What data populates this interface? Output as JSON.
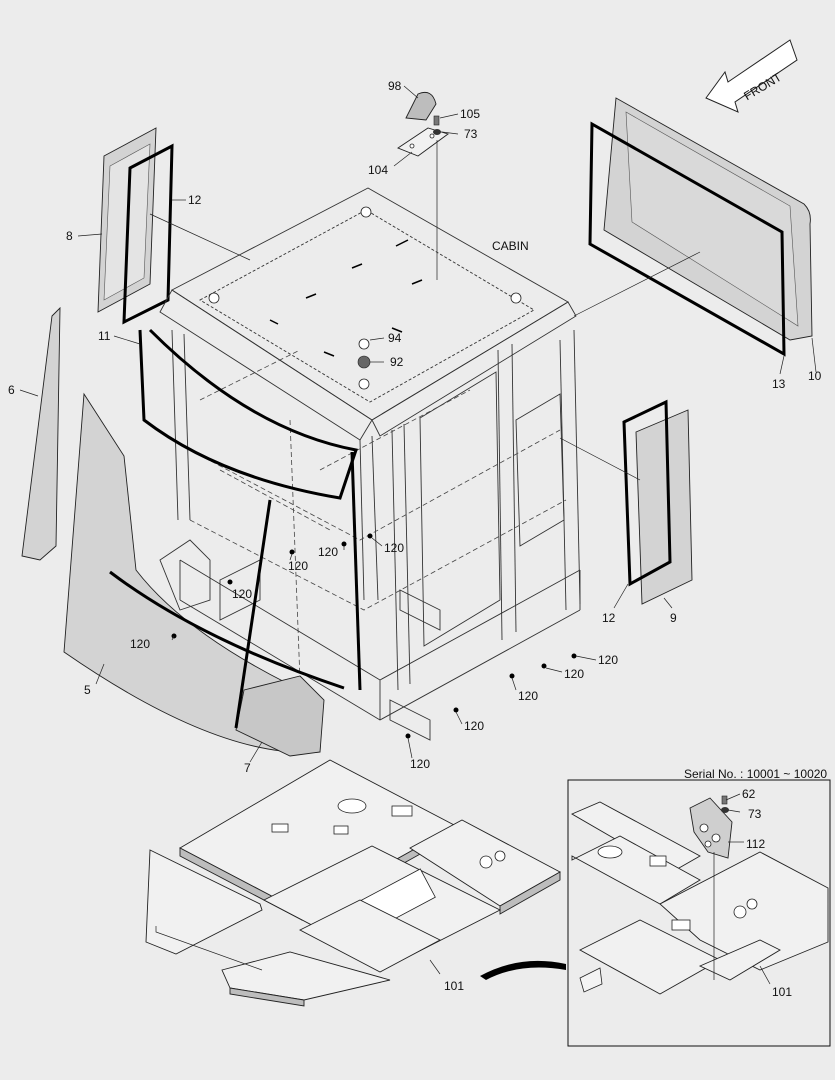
{
  "arrow": {
    "label": "FRONT"
  },
  "assembly": {
    "title": "CABIN"
  },
  "serial": {
    "text": "Serial No. : 10001 ~ 10020"
  },
  "callouts": {
    "c98": "98",
    "c105": "105",
    "c73a": "73",
    "c104": "104",
    "c12a": "12",
    "c8": "8",
    "c11": "11",
    "c6": "6",
    "c94": "94",
    "c92": "92",
    "c13": "13",
    "c10": "10",
    "c5": "5",
    "c7": "7",
    "c12b": "12",
    "c9": "9",
    "c120a": "120",
    "c120b": "120",
    "c120c": "120",
    "c120d": "120",
    "c120e": "120",
    "c120f": "120",
    "c120g": "120",
    "c120h": "120",
    "c120i": "120",
    "c120j": "120",
    "c101a": "101",
    "c62": "62",
    "c73b": "73",
    "c112": "112",
    "c101b": "101"
  }
}
